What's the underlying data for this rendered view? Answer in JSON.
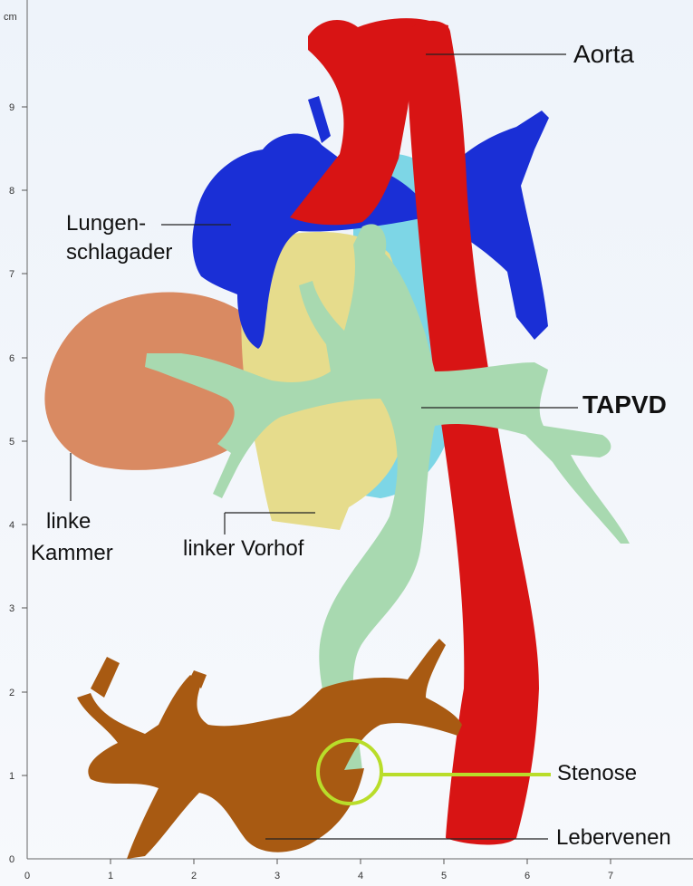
{
  "axes": {
    "unit": "cm",
    "y_ticks": [
      "9",
      "8",
      "7",
      "6",
      "5",
      "4",
      "3",
      "2",
      "1",
      "0"
    ],
    "x_ticks": [
      "0",
      "1",
      "2",
      "3",
      "4",
      "5",
      "6",
      "7"
    ]
  },
  "labels": {
    "aorta": "Aorta",
    "pulmonary_line1": "Lungen-",
    "pulmonary_line2": "schlagader",
    "tapvd": "TAPVD",
    "ventricle_line1": "linke",
    "ventricle_line2": "Kammer",
    "atrium": "linker Vorhof",
    "stenosis": "Stenose",
    "hepatic": "Lebervenen"
  },
  "colors": {
    "aorta": "#d81414",
    "pulmonary_artery": "#1a2fd6",
    "left_atrium": "#e6dc8c",
    "left_ventricle": "#d98a62",
    "tapvd": "#a8d9b0",
    "hepatic_veins": "#a85a12",
    "stenosis_ring": "#b9dd2a",
    "background_chamber": "#7dd6e6"
  }
}
